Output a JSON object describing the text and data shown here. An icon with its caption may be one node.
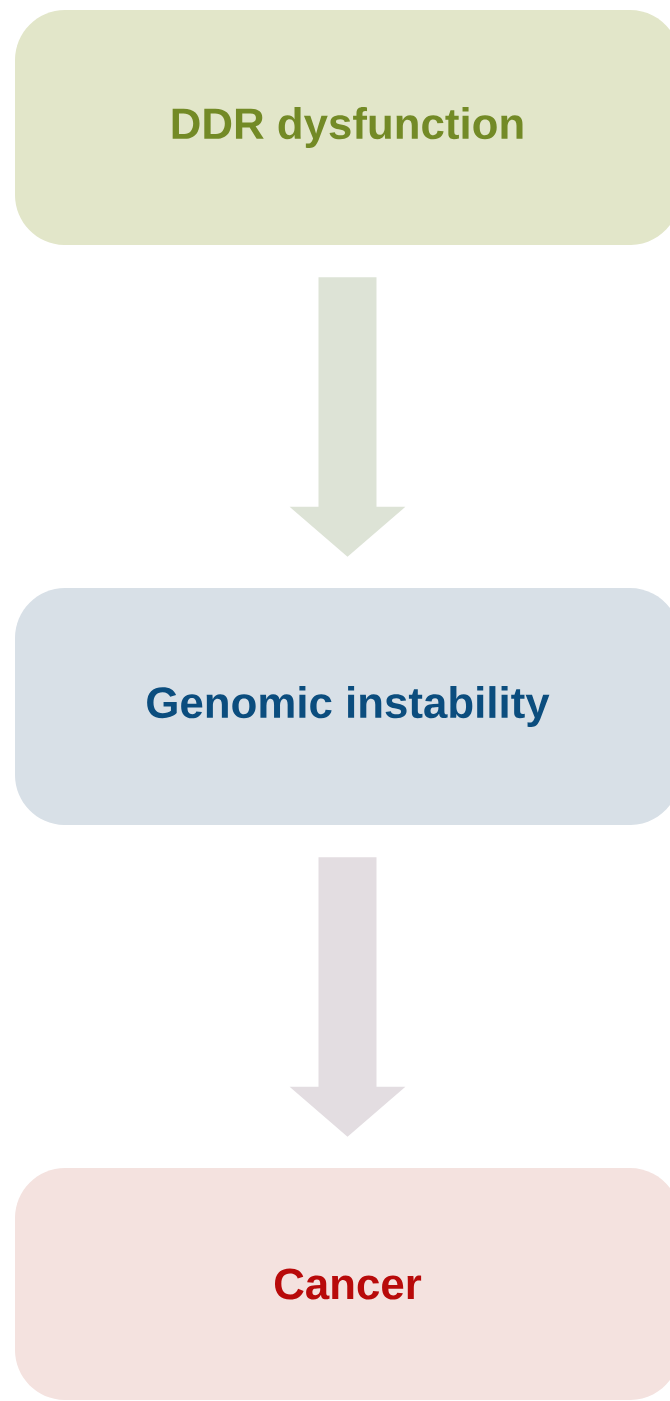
{
  "diagram": {
    "nodes": [
      {
        "text": [
          "DDR dysfunction"
        ]
      },
      {
        "text": [
          "Genomic instability"
        ]
      },
      {
        "text": [
          "Cancer"
        ]
      }
    ],
    "edges": [
      {
        "from": 0,
        "to": 1,
        "arrow": "to"
      },
      {
        "from": 1,
        "to": 2,
        "arrow": "to"
      }
    ]
  }
}
